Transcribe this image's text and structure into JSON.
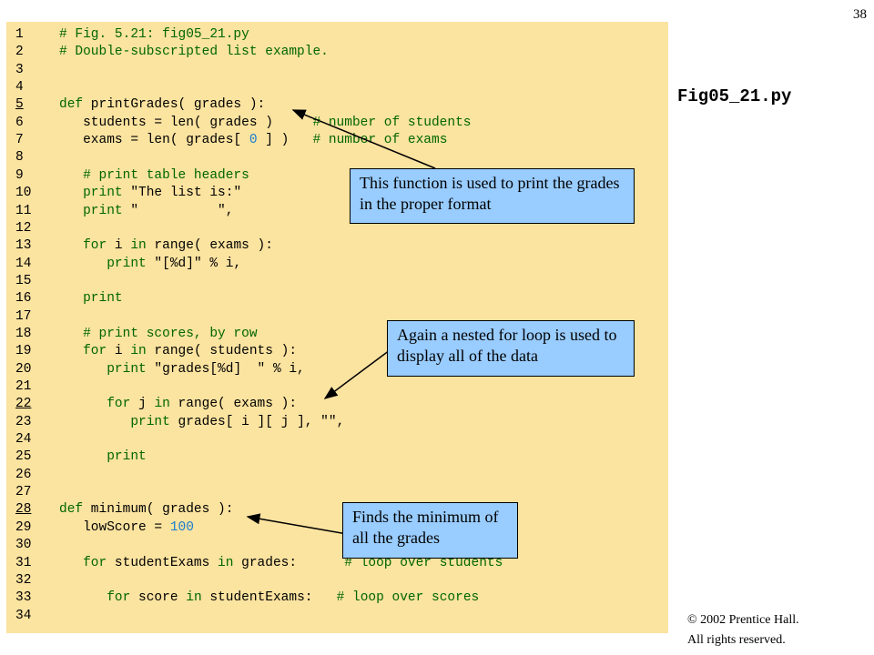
{
  "slide": {
    "page_number": "38",
    "file_title": "Fig05_21.py"
  },
  "code_lines": [
    {
      "n": "1",
      "u": false,
      "parts": [
        {
          "t": "# Fig. 5.21: fig05_21.py",
          "c": "cm"
        }
      ]
    },
    {
      "n": "2",
      "u": false,
      "parts": [
        {
          "t": "# Double-subscripted list example.",
          "c": "cm"
        }
      ]
    },
    {
      "n": "3",
      "u": false,
      "parts": []
    },
    {
      "n": "4",
      "u": false,
      "parts": []
    },
    {
      "n": "5",
      "u": true,
      "parts": [
        {
          "t": "def",
          "c": "kw"
        },
        {
          "t": " printGrades( grades ):",
          "c": "tx"
        }
      ]
    },
    {
      "n": "6",
      "u": false,
      "parts": [
        {
          "t": "   students = len( grades )     ",
          "c": "tx"
        },
        {
          "t": "# number of students",
          "c": "cm"
        }
      ]
    },
    {
      "n": "7",
      "u": false,
      "parts": [
        {
          "t": "   exams = len( grades[ ",
          "c": "tx"
        },
        {
          "t": "0",
          "c": "nm"
        },
        {
          "t": " ] )   ",
          "c": "tx"
        },
        {
          "t": "# number of exams",
          "c": "cm"
        }
      ]
    },
    {
      "n": "8",
      "u": false,
      "parts": []
    },
    {
      "n": "9",
      "u": false,
      "parts": [
        {
          "t": "   ",
          "c": "tx"
        },
        {
          "t": "# print table headers",
          "c": "cm"
        }
      ]
    },
    {
      "n": "10",
      "u": false,
      "parts": [
        {
          "t": "   ",
          "c": "tx"
        },
        {
          "t": "print",
          "c": "kw"
        },
        {
          "t": " \"The list is:\"",
          "c": "tx"
        }
      ]
    },
    {
      "n": "11",
      "u": false,
      "parts": [
        {
          "t": "   ",
          "c": "tx"
        },
        {
          "t": "print",
          "c": "kw"
        },
        {
          "t": " \"          \",",
          "c": "tx"
        }
      ]
    },
    {
      "n": "12",
      "u": false,
      "parts": []
    },
    {
      "n": "13",
      "u": false,
      "parts": [
        {
          "t": "   ",
          "c": "tx"
        },
        {
          "t": "for",
          "c": "kw"
        },
        {
          "t": " i ",
          "c": "tx"
        },
        {
          "t": "in",
          "c": "kw"
        },
        {
          "t": " range( exams ):",
          "c": "tx"
        }
      ]
    },
    {
      "n": "14",
      "u": false,
      "parts": [
        {
          "t": "      ",
          "c": "tx"
        },
        {
          "t": "print",
          "c": "kw"
        },
        {
          "t": " \"[%d]\" % i,",
          "c": "tx"
        }
      ]
    },
    {
      "n": "15",
      "u": false,
      "parts": []
    },
    {
      "n": "16",
      "u": false,
      "parts": [
        {
          "t": "   ",
          "c": "tx"
        },
        {
          "t": "print",
          "c": "kw"
        }
      ]
    },
    {
      "n": "17",
      "u": false,
      "parts": []
    },
    {
      "n": "18",
      "u": false,
      "parts": [
        {
          "t": "   ",
          "c": "tx"
        },
        {
          "t": "# print scores, by row",
          "c": "cm"
        }
      ]
    },
    {
      "n": "19",
      "u": false,
      "parts": [
        {
          "t": "   ",
          "c": "tx"
        },
        {
          "t": "for",
          "c": "kw"
        },
        {
          "t": " i ",
          "c": "tx"
        },
        {
          "t": "in",
          "c": "kw"
        },
        {
          "t": " range( students ):",
          "c": "tx"
        }
      ]
    },
    {
      "n": "20",
      "u": false,
      "parts": [
        {
          "t": "      ",
          "c": "tx"
        },
        {
          "t": "print",
          "c": "kw"
        },
        {
          "t": " \"grades[%d]  \" % i,",
          "c": "tx"
        }
      ]
    },
    {
      "n": "21",
      "u": false,
      "parts": []
    },
    {
      "n": "22",
      "u": true,
      "parts": [
        {
          "t": "      ",
          "c": "tx"
        },
        {
          "t": "for",
          "c": "kw"
        },
        {
          "t": " j ",
          "c": "tx"
        },
        {
          "t": "in",
          "c": "kw"
        },
        {
          "t": " range( exams ):",
          "c": "tx"
        }
      ]
    },
    {
      "n": "23",
      "u": false,
      "parts": [
        {
          "t": "         ",
          "c": "tx"
        },
        {
          "t": "print",
          "c": "kw"
        },
        {
          "t": " grades[ i ][ j ], \"\",",
          "c": "tx"
        }
      ]
    },
    {
      "n": "24",
      "u": false,
      "parts": []
    },
    {
      "n": "25",
      "u": false,
      "parts": [
        {
          "t": "      ",
          "c": "tx"
        },
        {
          "t": "print",
          "c": "kw"
        }
      ]
    },
    {
      "n": "26",
      "u": false,
      "parts": []
    },
    {
      "n": "27",
      "u": false,
      "parts": []
    },
    {
      "n": "28",
      "u": true,
      "parts": [
        {
          "t": "def",
          "c": "kw"
        },
        {
          "t": " minimum( grades ):",
          "c": "tx"
        }
      ]
    },
    {
      "n": "29",
      "u": false,
      "parts": [
        {
          "t": "   lowScore = ",
          "c": "tx"
        },
        {
          "t": "100",
          "c": "nm"
        }
      ]
    },
    {
      "n": "30",
      "u": false,
      "parts": []
    },
    {
      "n": "31",
      "u": false,
      "parts": [
        {
          "t": "   ",
          "c": "tx"
        },
        {
          "t": "for",
          "c": "kw"
        },
        {
          "t": " studentExams ",
          "c": "tx"
        },
        {
          "t": "in",
          "c": "kw"
        },
        {
          "t": " grades:      ",
          "c": "tx"
        },
        {
          "t": "# loop over students",
          "c": "cm"
        }
      ]
    },
    {
      "n": "32",
      "u": false,
      "parts": []
    },
    {
      "n": "33",
      "u": false,
      "parts": [
        {
          "t": "      ",
          "c": "tx"
        },
        {
          "t": "for",
          "c": "kw"
        },
        {
          "t": " score ",
          "c": "tx"
        },
        {
          "t": "in",
          "c": "kw"
        },
        {
          "t": " studentExams:   ",
          "c": "tx"
        },
        {
          "t": "# loop over scores",
          "c": "cm"
        }
      ]
    },
    {
      "n": "34",
      "u": false,
      "parts": []
    }
  ],
  "callouts": {
    "function_note": "This function is used to print the grades in the proper format",
    "loop_note": "Again a nested for loop is used to display all of the data",
    "minimum_note": "Finds the minimum of all the grades"
  },
  "footer": {
    "copyright_line1": "© 2002 Prentice Hall.",
    "copyright_line2": "All rights reserved."
  },
  "colors": {
    "panel": "#fbe3a0",
    "callout": "#99ccff",
    "keyword": "#006600",
    "number": "#1a7fd0"
  }
}
